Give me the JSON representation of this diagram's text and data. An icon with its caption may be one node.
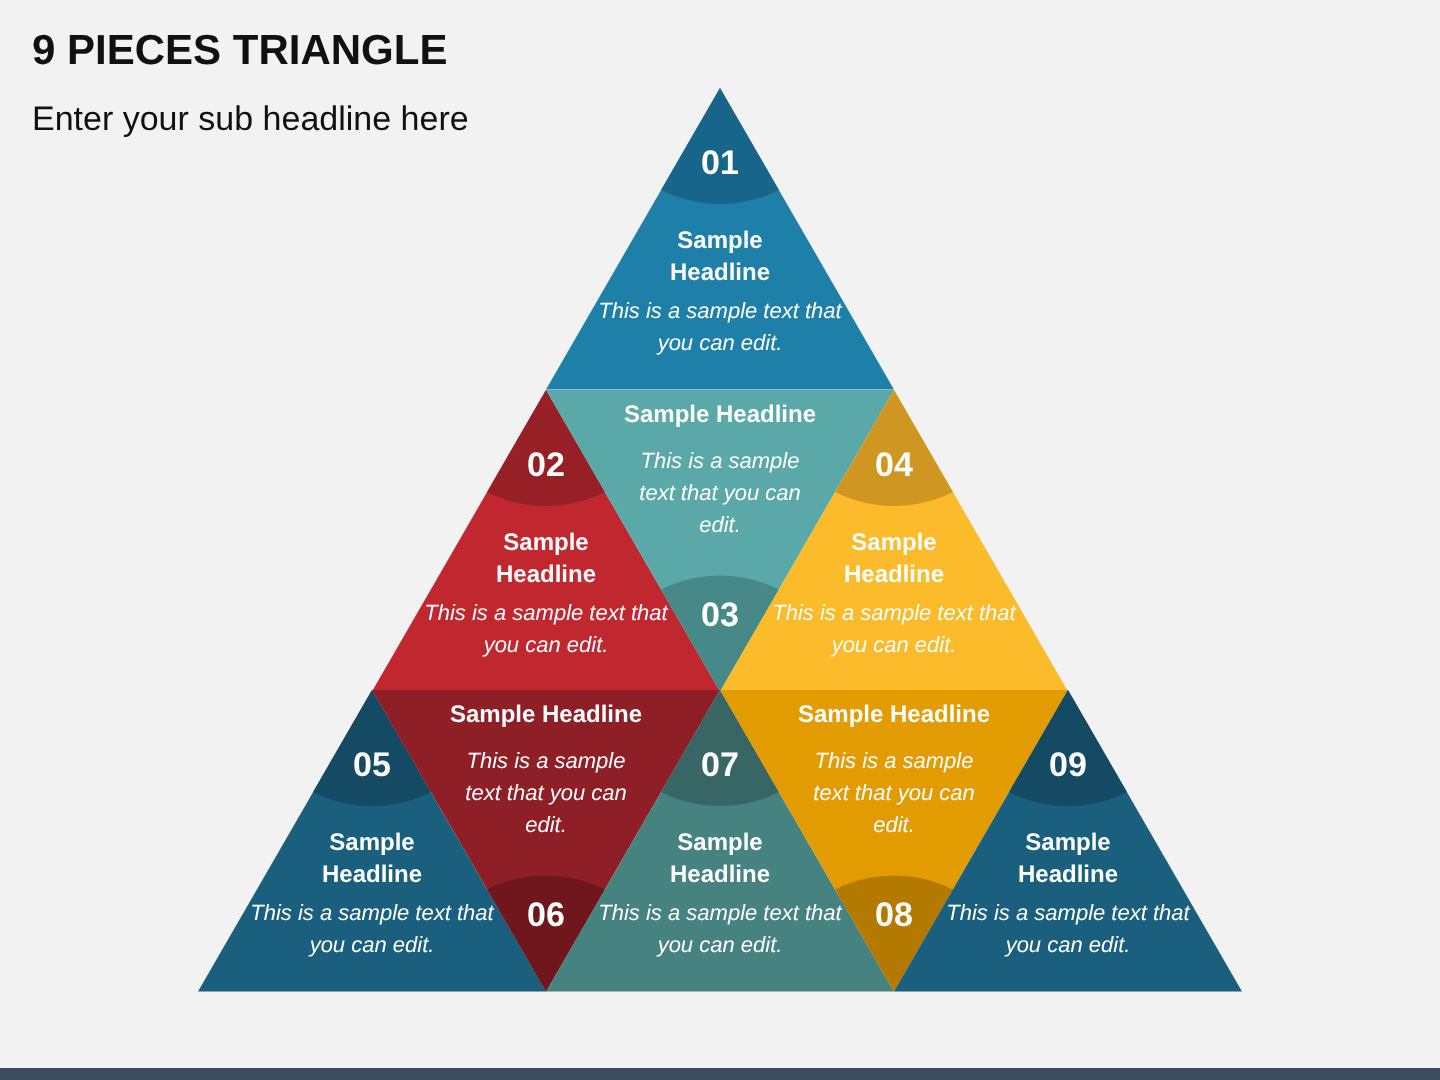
{
  "diagram": {
    "title": "9 PIECES TRIANGLE",
    "nodes": [
      {
        "text": [
          "01",
          "Sample Headline",
          "This is a sample text that you can edit."
        ]
      },
      {
        "text": [
          "02",
          "Sample Headline",
          "This is a sample text that you can edit."
        ]
      },
      {
        "text": [
          "Sample Headline",
          "This is a sample text that you can edit.",
          "03"
        ]
      },
      {
        "text": [
          "04",
          "Sample Headline",
          "This is a sample text that you can edit."
        ]
      },
      {
        "text": [
          "05",
          "Sample Headline",
          "This is a sample text that you can edit."
        ]
      },
      {
        "text": [
          "Sample Headline",
          "This is a sample text that you can edit.",
          "06"
        ]
      },
      {
        "text": [
          "07",
          "Sample Headline",
          "This is a sample text that you can edit."
        ]
      },
      {
        "text": [
          "Sample Headline",
          "This is a sample text that you can edit.",
          "08"
        ]
      },
      {
        "text": [
          "09",
          "Sample Headline",
          "This is a sample text that you can edit."
        ]
      }
    ],
    "labels": [
      "Enter your sub headline here"
    ]
  }
}
